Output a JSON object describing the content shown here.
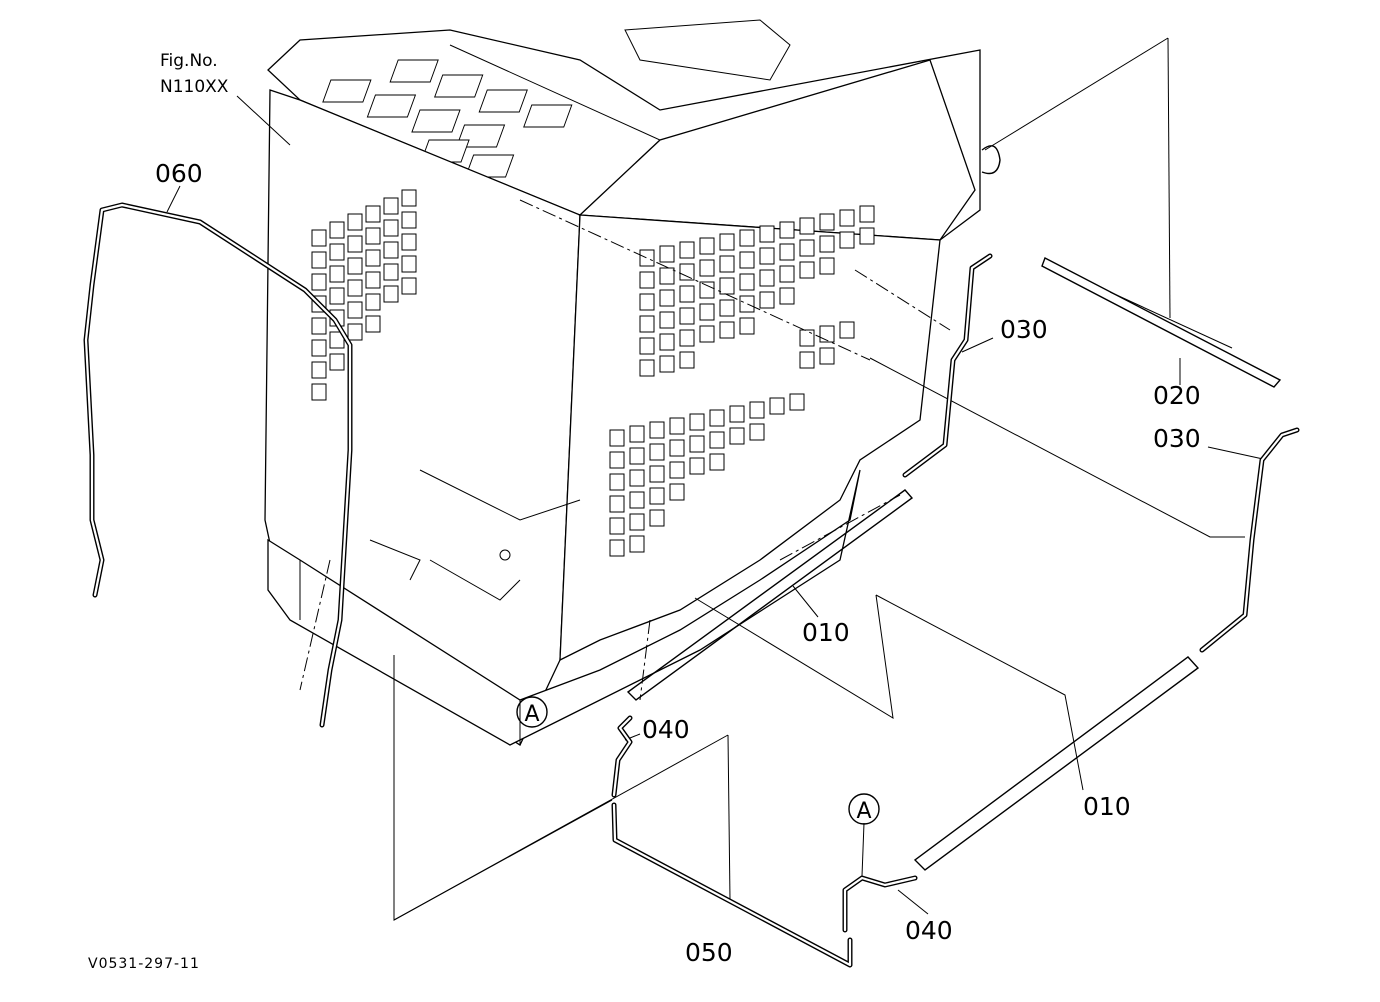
{
  "figure": {
    "fig_no_label": "Fig.No.",
    "fig_no_value": "N110XX",
    "drawing_code": "V0531-297-11"
  },
  "parts": {
    "p010_a": "010",
    "p010_b": "010",
    "p020": "020",
    "p030_a": "030",
    "p030_b": "030",
    "p040_a": "040",
    "p040_b": "040",
    "p050": "050",
    "p060": "060"
  },
  "markers": {
    "detail_a_1": "A",
    "detail_a_2": "A"
  }
}
